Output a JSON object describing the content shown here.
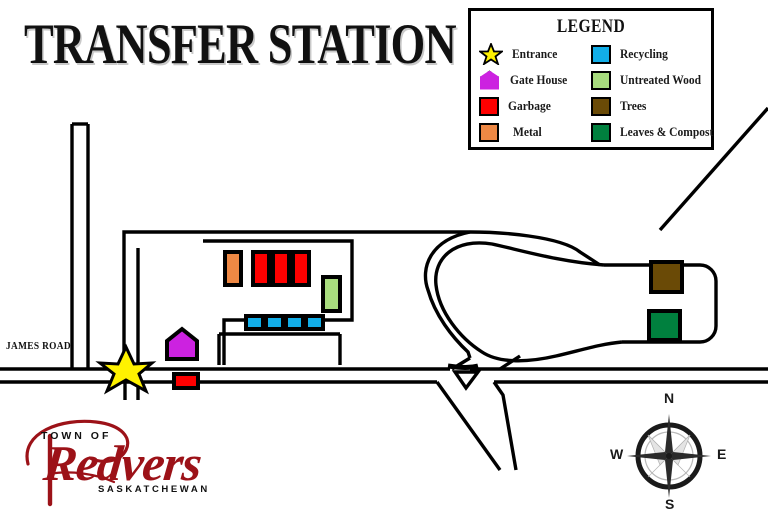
{
  "title": "TRANSFER STATION",
  "legend": {
    "heading": "LEGEND",
    "left_items": [
      {
        "label": "Entrance",
        "icon": "star-icon",
        "color": "#FFF200"
      },
      {
        "label": "Gate House",
        "icon": "pentagon-icon",
        "color": "#CC22E0"
      },
      {
        "label": "Garbage",
        "icon": "square-swatch-icon",
        "color": "#FE0000"
      },
      {
        "label": "Metal",
        "icon": "square-swatch-icon",
        "color": "#EE8844"
      }
    ],
    "right_items": [
      {
        "label": "Recycling",
        "icon": "square-swatch-icon",
        "color": "#12AEE8"
      },
      {
        "label": "Untreated Wood",
        "icon": "square-swatch-icon",
        "color": "#A8DC7E"
      },
      {
        "label": "Trees",
        "icon": "square-swatch-icon",
        "color": "#6A4A06"
      },
      {
        "label": "Leaves & Compost",
        "icon": "square-swatch-icon",
        "color": "#00803E"
      }
    ]
  },
  "map": {
    "road_labels": [
      {
        "name": "JAMES ROAD"
      }
    ],
    "markers": [
      {
        "name": "entrance-star",
        "type": "Entrance",
        "color": "#FFF200"
      },
      {
        "name": "gate-house",
        "type": "Gate House",
        "color": "#CC22E0"
      },
      {
        "name": "garbage-bin-roadside",
        "type": "Garbage",
        "color": "#FE0000"
      },
      {
        "name": "metal-bin",
        "type": "Metal",
        "color": "#EE8844"
      },
      {
        "name": "garbage-bin-1",
        "type": "Garbage",
        "color": "#FE0000"
      },
      {
        "name": "garbage-bin-2",
        "type": "Garbage",
        "color": "#FE0000"
      },
      {
        "name": "garbage-bin-3",
        "type": "Garbage",
        "color": "#FE0000"
      },
      {
        "name": "untreated-wood-bin",
        "type": "Untreated Wood",
        "color": "#A8DC7E"
      },
      {
        "name": "recycling-bin-1",
        "type": "Recycling",
        "color": "#12AEE8"
      },
      {
        "name": "recycling-bin-2",
        "type": "Recycling",
        "color": "#12AEE8"
      },
      {
        "name": "recycling-bin-3",
        "type": "Recycling",
        "color": "#12AEE8"
      },
      {
        "name": "recycling-bin-4",
        "type": "Recycling",
        "color": "#12AEE8"
      },
      {
        "name": "trees-area",
        "type": "Trees",
        "color": "#6A4A06"
      },
      {
        "name": "leaves-compost-area",
        "type": "Leaves & Compost",
        "color": "#00803E"
      }
    ]
  },
  "logo": {
    "town_of": "TOWN OF",
    "name": "Redvers",
    "province": "SASKATCHEWAN",
    "color": "#9C1218"
  },
  "compass": {
    "north": "N",
    "south": "S",
    "east": "E",
    "west": "W"
  }
}
